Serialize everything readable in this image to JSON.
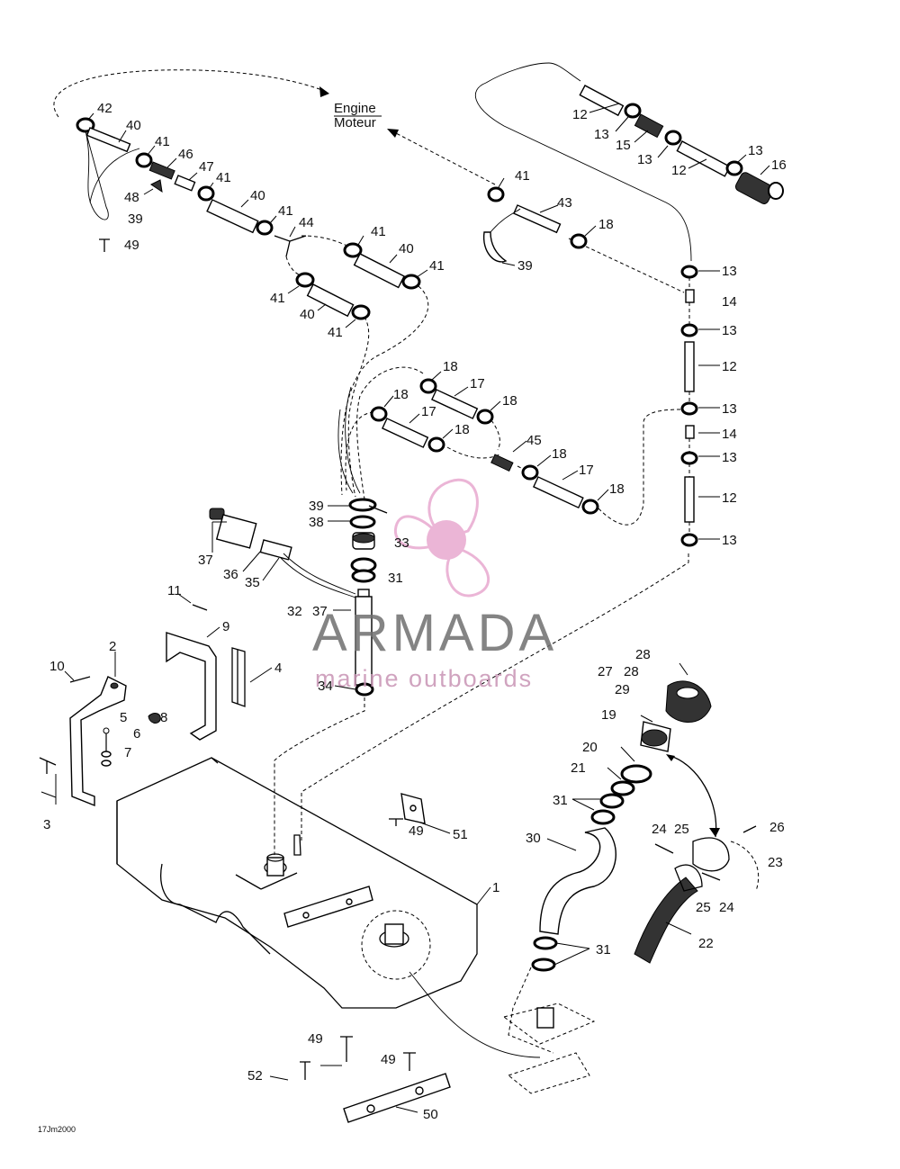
{
  "diagram": {
    "engine_label": "Engine",
    "moteur_label": "Moteur",
    "code": "17Jm2000"
  },
  "watermark": {
    "brand": "ARMADA",
    "tagline": "marine outboards",
    "colors": {
      "logo": "#e8a9cf",
      "text": "#6f6f6f",
      "tagline": "#c894b4"
    }
  },
  "callouts": [
    "42",
    "40",
    "41",
    "46",
    "47",
    "48",
    "41",
    "39",
    "49",
    "40",
    "41",
    "44",
    "41",
    "40",
    "41",
    "41",
    "40",
    "41",
    "12",
    "13",
    "15",
    "13",
    "12",
    "13",
    "16",
    "41",
    "43",
    "18",
    "39",
    "13",
    "14",
    "13",
    "12",
    "13",
    "14",
    "13",
    "12",
    "13",
    "18",
    "17",
    "18",
    "18",
    "17",
    "18",
    "45",
    "18",
    "17",
    "18",
    "39",
    "38",
    "33",
    "31",
    "37",
    "36",
    "35",
    "32",
    "37",
    "34",
    "11",
    "9",
    "2",
    "10",
    "4",
    "5",
    "8",
    "6",
    "7",
    "3",
    "49",
    "51",
    "1",
    "28",
    "27",
    "28",
    "29",
    "19",
    "20",
    "21",
    "31",
    "30",
    "24",
    "25",
    "26",
    "23",
    "25",
    "24",
    "22",
    "31",
    "49",
    "49",
    "52",
    "50"
  ]
}
